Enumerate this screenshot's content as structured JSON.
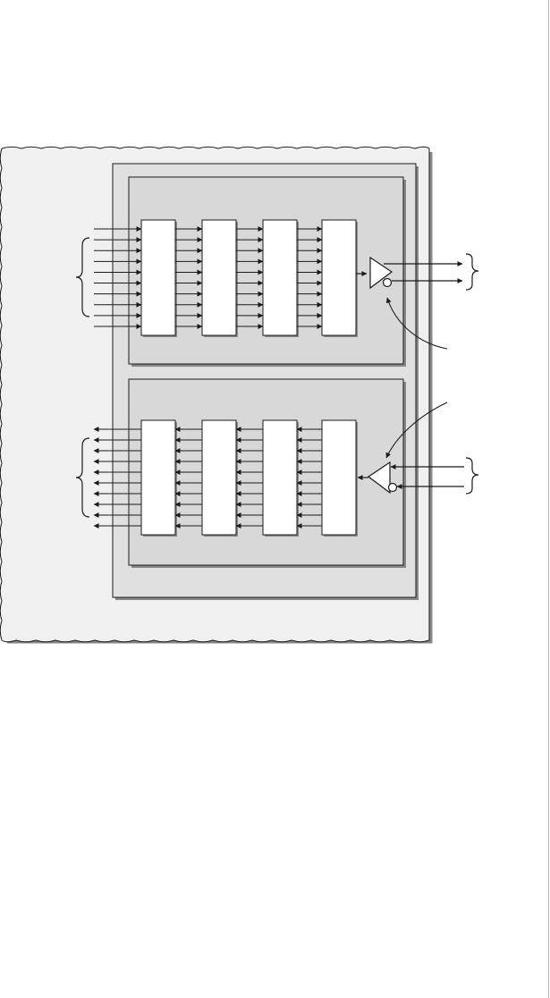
{
  "colors": {
    "page_background": "#ffffff",
    "panel_fill": "#f0f0f0",
    "chip_fill": "#e0e0e0",
    "block_fill": "#d8d8d8",
    "register_fill": "#ffffff",
    "stroke": "#1a1a1a",
    "shadow": "#888888"
  },
  "diagram": {
    "labels": [],
    "transmit_section": {
      "register_count": 4,
      "parallel_lines": 10,
      "direction": "input-to-output",
      "driver": "differential-output-driver",
      "serial_outputs": 2
    },
    "receive_section": {
      "register_count": 4,
      "parallel_lines": 10,
      "direction": "output-to-input",
      "driver": "differential-input-receiver",
      "serial_inputs": 2
    },
    "callouts": 2,
    "braces": 4
  }
}
